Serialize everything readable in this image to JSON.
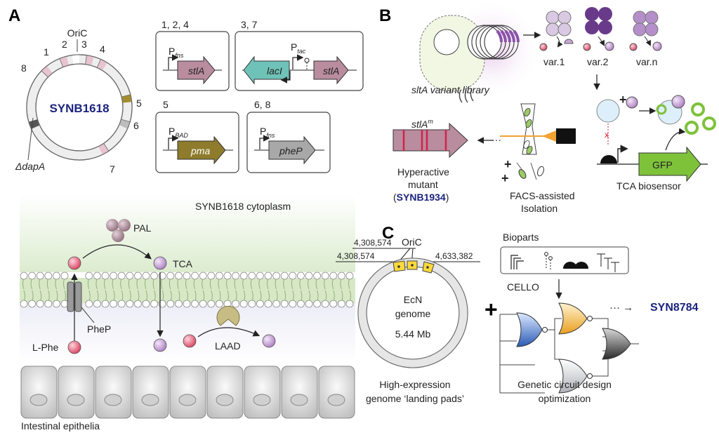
{
  "panels": {
    "a": "A",
    "b": "B",
    "c": "C"
  },
  "panel_a": {
    "plasmid": {
      "name": "SYNB1618",
      "ori": "OriC",
      "positions": [
        "1",
        "2",
        "3",
        "4",
        "5",
        "6",
        "7",
        "8"
      ],
      "deletion": "ΔdapA"
    },
    "constructs": [
      {
        "ids": "1, 2, 4",
        "promoter": "P",
        "promoter_sub": "fns",
        "gene": "stlA"
      },
      {
        "ids": "3, 7",
        "promoter": "P",
        "promoter_sub": "tac",
        "genes": [
          "lacI",
          "stlA"
        ]
      },
      {
        "ids": "5",
        "promoter": "P",
        "promoter_sub": "BAD",
        "gene": "pma"
      },
      {
        "ids": "6, 8",
        "promoter": "P",
        "promoter_sub": "fns",
        "gene": "pheP"
      }
    ],
    "cytoplasm": {
      "title": "SYNB1618 cytoplasm",
      "enzyme": "PAL",
      "product": "TCA",
      "substrate": "L-Phe",
      "transporter": "PheP",
      "deaminase": "LAAD",
      "tissue": "Intestinal epithelia"
    }
  },
  "panel_b": {
    "library": "sltA variant library",
    "variants": [
      "var.1",
      "var.2",
      "var.n"
    ],
    "biosensor": "TCA biosensor",
    "reporter": "GFP",
    "facs": [
      "FACS-assisted",
      "Isolation"
    ],
    "mutant_gene": "stlA",
    "mutant_sup": "m",
    "mutant_label": [
      "Hyperactive",
      "mutant"
    ],
    "mutant_strain": "SYNB1934"
  },
  "panel_c": {
    "coords": [
      "4,308,574",
      "4,308,574",
      "4,633,382"
    ],
    "ori": "OriC",
    "genome": [
      "EcN",
      "genome",
      "5.44 Mb"
    ],
    "genome_caption": [
      "High-expression",
      "genome ‘landing pads’"
    ],
    "bioparts": "Bioparts",
    "cello": "CELLO",
    "circuit_caption": [
      "Genetic circuit design",
      "optimization"
    ],
    "final_strain": "SYN8784"
  },
  "colors": {
    "stlA": "#b98c9e",
    "lacI": "#6fc2b8",
    "pma": "#8e7b2c",
    "pheP": "#a8a8a8",
    "gfp": "#7ec23a",
    "navy": "#1a237e",
    "lipid": "#c7dcb3",
    "phe": "#e8607a",
    "tca": "#caa8d6",
    "enzyme": "#b79aa5",
    "var2": "#6a3a8a",
    "lipid_head": "#ffffff"
  }
}
